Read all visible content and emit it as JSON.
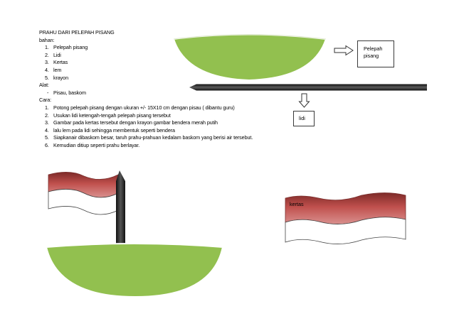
{
  "document": {
    "title": "PRAHU DARI PELEPAH PISANG",
    "bahan_heading": "bahan:",
    "bahan": [
      {
        "num": "1.",
        "text": "Pelepah pisang"
      },
      {
        "num": "2.",
        "text": "Lidi"
      },
      {
        "num": "3.",
        "text": "Kertas"
      },
      {
        "num": "4.",
        "text": "lem"
      },
      {
        "num": "5.",
        "text": "krayon"
      }
    ],
    "alat_heading": "Alat:",
    "alat": [
      {
        "marker": "-",
        "text": "Pisau, baskom"
      }
    ],
    "cara_heading": "Cara:",
    "cara": [
      {
        "num": "1.",
        "text": "Potong pelepah pisang dengan ukuran +/- 15X10 cm dengan pisau ( dibantu guru)"
      },
      {
        "num": "2.",
        "text": "Usukan lidi ketengah-tengah pelepah pisang tersebut"
      },
      {
        "num": "3.",
        "text": "Gambar pada kertas tersebut dengan krayon gambar bendera merah putih"
      },
      {
        "num": "4.",
        "text": "lalu lem pada lidi sehingga membentuk seperti bendera"
      },
      {
        "num": "5.",
        "text": "Siapkanair dibaskom besar, taruh prahu-prahuan kedalam baskom yang berisi air tersebut."
      },
      {
        "num": "6.",
        "text": "Kemudian ditiup seperti prahu berlayar."
      }
    ]
  },
  "labels": {
    "pelepah_line1": "Pelepah",
    "pelepah_line2": "pisang",
    "lidi": "lidi",
    "kertas": "kertas"
  },
  "colors": {
    "leaf_green": "#92c04f",
    "flag_red": "#c0504d",
    "flag_white": "#ffffff",
    "outline": "#3a3a3a"
  }
}
